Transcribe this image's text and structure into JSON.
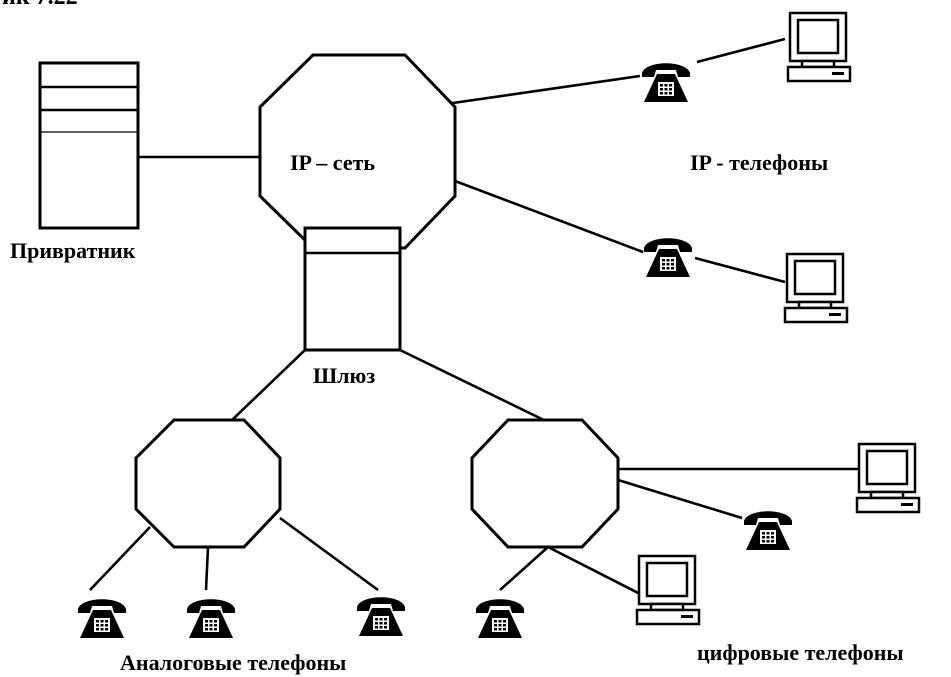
{
  "figure_caption_fragment": "ик 7.22",
  "labels": {
    "ip_network": "IP – сеть",
    "ip_phones": "IP - телефоны",
    "gatekeeper": "Привратник",
    "gateway": "Шлюз",
    "analog_phones": "Аналоговые телефоны",
    "digital_phones": "цифровые телефоны"
  },
  "icons": {
    "server": "server-icon",
    "phone": "telephone-icon",
    "computer": "computer-icon"
  },
  "colors": {
    "ink": "#000000",
    "background": "#ffffff"
  }
}
